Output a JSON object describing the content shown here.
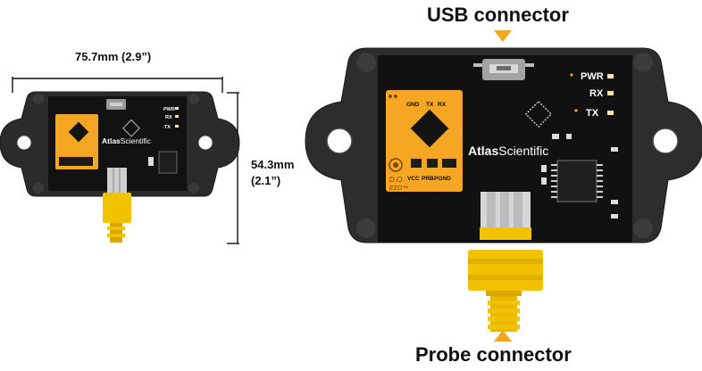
{
  "labels": {
    "usb_connector": "USB connector",
    "probe_connector": "Probe connector"
  },
  "dimensions": {
    "width_text": "75.7mm (2.9”)",
    "height_mm": "54.3mm",
    "height_in": "(2.1”)"
  },
  "board": {
    "brand_bold": "Atlas",
    "brand_light": "Scientific",
    "led_pwr": "PWR",
    "led_rx": "RX",
    "led_tx": "TX",
    "circuit_pin_gnd": "GND",
    "circuit_pin_tx": "TX",
    "circuit_pin_rx": "RX",
    "circuit_pin_vcc": "VCC",
    "circuit_pin_prb": "PRB",
    "circuit_pin_pgnd": "PGND",
    "circuit_name": "D.O.",
    "circuit_model": "EZO™"
  },
  "colors": {
    "arrow": "#F2A81D",
    "enclosure": "#2a2a2a",
    "pcb": "#111111",
    "circuit": "#F5A623",
    "connector": "#F2C200"
  }
}
